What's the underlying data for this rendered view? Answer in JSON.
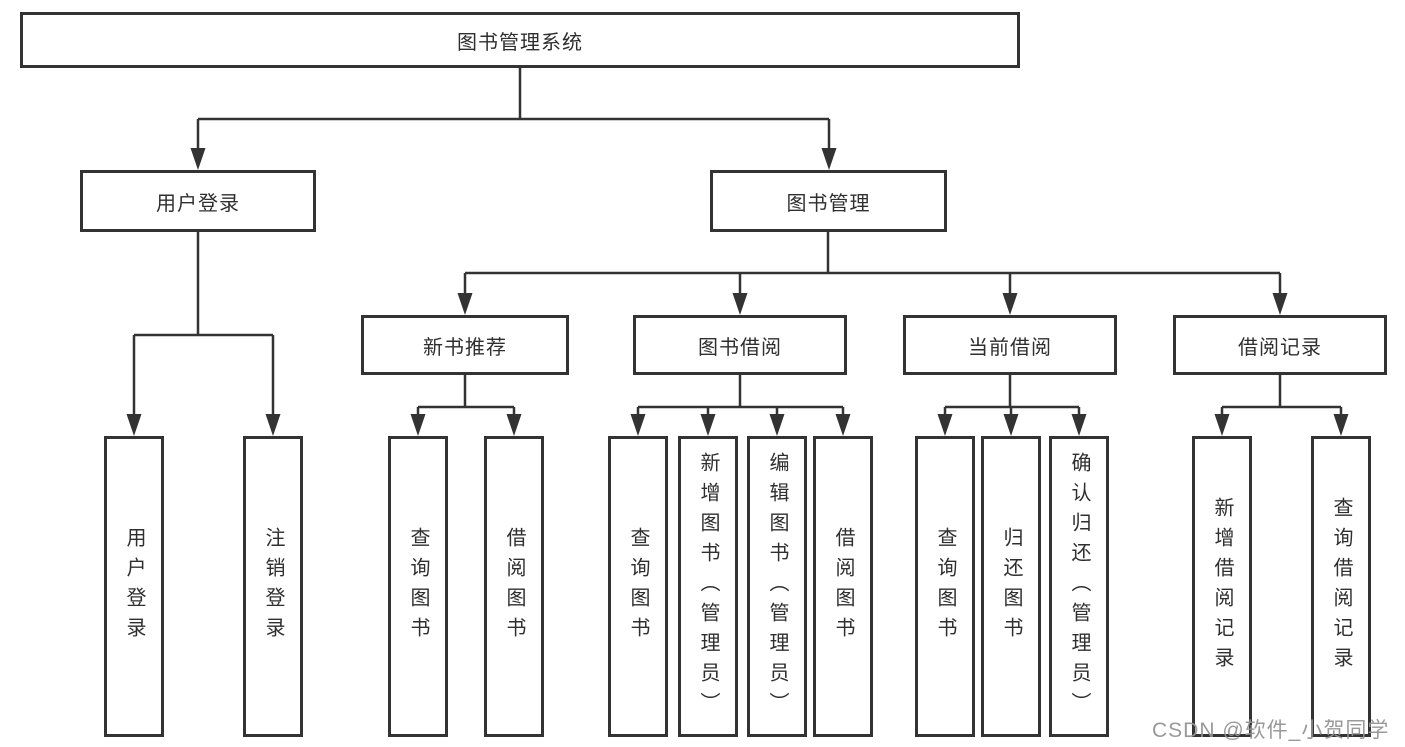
{
  "tree": {
    "root": {
      "label": "图书管理系统",
      "children": [
        {
          "label": "用户登录",
          "children": [
            {
              "label": "用户登录"
            },
            {
              "label": "注销登录"
            }
          ]
        },
        {
          "label": "图书管理",
          "children": [
            {
              "label": "新书推荐",
              "children": [
                {
                  "label": "查询图书"
                },
                {
                  "label": "借阅图书"
                }
              ]
            },
            {
              "label": "图书借阅",
              "children": [
                {
                  "label": "查询图书"
                },
                {
                  "label": "新增图书（管理员）"
                },
                {
                  "label": "编辑图书（管理员）"
                },
                {
                  "label": "借阅图书"
                }
              ]
            },
            {
              "label": "当前借阅",
              "children": [
                {
                  "label": "查询图书"
                },
                {
                  "label": "归还图书"
                },
                {
                  "label": "确认归还（管理员）"
                }
              ]
            },
            {
              "label": "借阅记录",
              "children": [
                {
                  "label": "新增借阅记录"
                },
                {
                  "label": "查询借阅记录"
                }
              ]
            }
          ]
        }
      ]
    }
  },
  "watermark": {
    "text": "CSDN @软件_小贺同学"
  },
  "colors": {
    "line": "#333333",
    "text": "#2f2f2f",
    "box_background": "#ffffff",
    "watermark": "#949494"
  }
}
